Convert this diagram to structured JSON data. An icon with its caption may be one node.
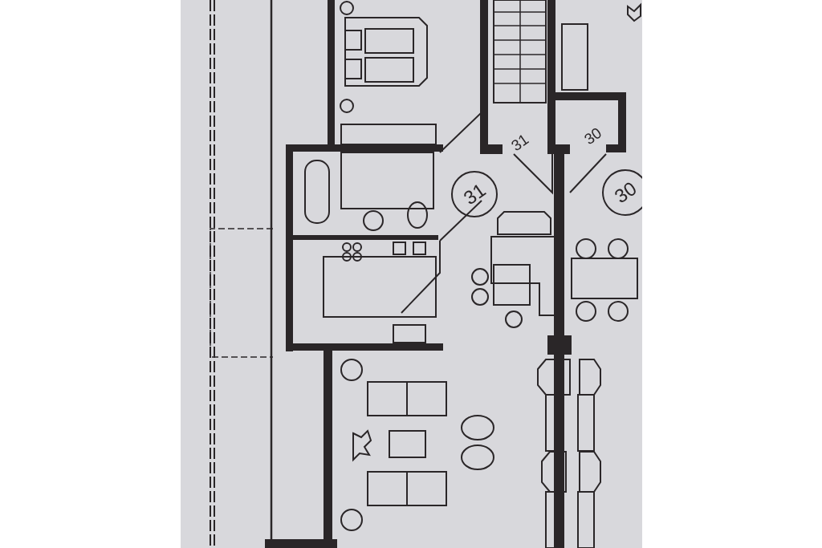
{
  "diagram": {
    "nodes": [
      {
        "text": [
          "31"
        ]
      },
      {
        "text": [
          "30"
        ]
      }
    ],
    "labels": [
      "31",
      "30"
    ]
  }
}
